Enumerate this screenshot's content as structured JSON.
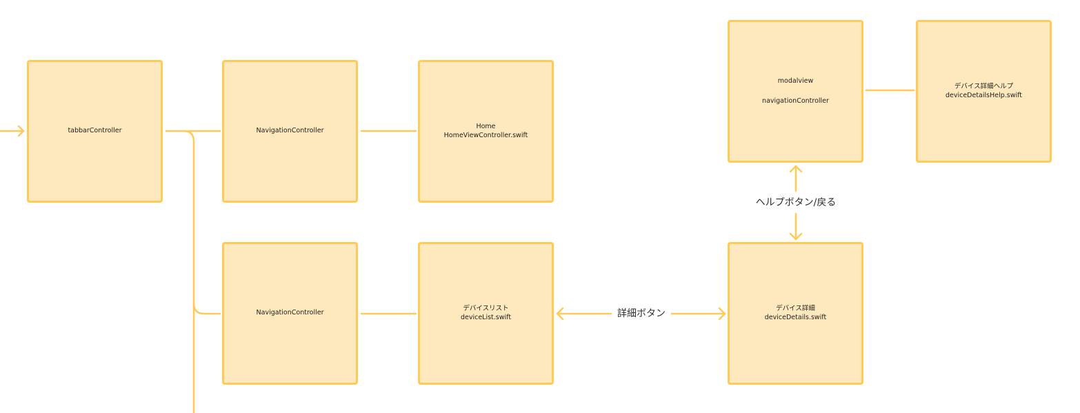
{
  "colors": {
    "node_fill": "#fde9bd",
    "node_border": "#ffca58",
    "connector": "#ffca58",
    "text": "#1e1e1e",
    "background": "#ffffff"
  },
  "nodes": {
    "tabbar": {
      "line1": "tabbarController"
    },
    "nav_top": {
      "line1": "NavigationController"
    },
    "home": {
      "line1": "Home",
      "line2": "HomeViewController.swift"
    },
    "nav_bottom": {
      "line1": "NavigationController"
    },
    "device_list": {
      "line1": "デバイスリスト",
      "line2": "deviceList.swift"
    },
    "device_details": {
      "line1": "デバイス詳細",
      "line2": "deviceDetails.swift"
    },
    "modal_nav": {
      "line1": "modalview",
      "line2": "navigationController"
    },
    "details_help": {
      "line1": "デバイス詳細ヘルプ",
      "line2": "deviceDetailsHelp.swift"
    }
  },
  "edges": {
    "detail_button_label": "詳細ボタン",
    "help_button_label": "ヘルプボタン/戻る"
  }
}
